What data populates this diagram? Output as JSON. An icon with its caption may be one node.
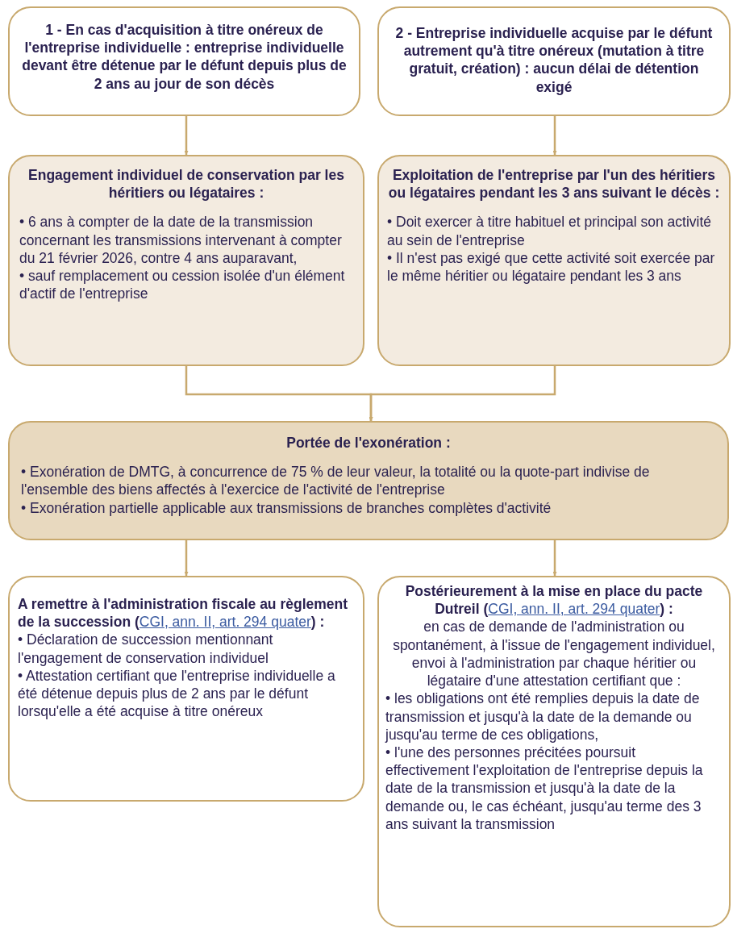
{
  "diagram": {
    "nodes": [
      {
        "text": [
          "1 - En cas d'acquisition à titre onéreux de l'entreprise individuelle : entreprise individuelle devant être détenue par le défunt depuis plus de 2 ans au jour de son décès"
        ]
      },
      {
        "text": [
          "2 - Entreprise individuelle acquise par le défunt autrement qu'à titre onéreux (mutation à titre gratuit, création) : aucun délai de détention exigé"
        ]
      },
      {
        "text": [
          "Engagement individuel de conservation par les héritiers ou légataires :",
          "• 6 ans à compter de la date de la transmission concernant les transmissions intervenant à compter du 21 février 2026, contre 4 ans auparavant,",
          "• sauf remplacement ou cession isolée d'un élément d'actif de l'entreprise"
        ]
      },
      {
        "text": [
          "Exploitation de l'entreprise par l'un des héritiers ou légataires pendant les 3 ans suivant le décès :",
          "• Doit exercer à titre habituel et principal son activité au sein de l'entreprise",
          "• Il n'est pas exigé que cette activité soit exercée par le même héritier ou légataire pendant les 3 ans"
        ]
      },
      {
        "text": [
          "Portée de l'exonération :",
          "• Exonération de DMTG, à concurrence de 75 % de leur valeur, la totalité ou la quote-part indivise de l'ensemble des biens affectés à l'exercice de l'activité de l'entreprise",
          "• Exonération partielle applicable aux transmissions de branches complètes d'activité"
        ]
      },
      {
        "text": [
          "A remettre à l'administration fiscale au règlement de la succession (",
          "CGI, ann. II, art. 294 quater",
          ") :",
          "• Déclaration de succession mentionnant l'engagement de conservation individuel",
          "• Attestation certifiant que l'entreprise individuelle a été détenue depuis plus de 2 ans par le défunt lorsqu'elle a été acquise à titre onéreux"
        ]
      },
      {
        "text": [
          "Postérieurement à la mise en place du pacte Dutreil (",
          "CGI, ann. II, art. 294 quater",
          ") :",
          "en cas de demande de l'administration ou spontanément, à l'issue de l'engagement individuel, envoi à l'administration par chaque héritier ou légataire d'une attestation certifiant que :",
          "• les obligations ont été remplies depuis la date de transmission et jusqu'à la date de la demande ou jusqu'au terme de ces obligations,",
          "• l'une des personnes précitées poursuit effectivement l'exploitation de l'entreprise depuis la date de la transmission et jusqu'à la date de la demande ou, le cas échéant, jusqu'au terme des 3 ans suivant la transmission"
        ]
      }
    ],
    "edges": [
      {
        "from": 0,
        "to": 2,
        "arrow": "to"
      },
      {
        "from": 1,
        "to": 3,
        "arrow": "to"
      },
      {
        "from": 2,
        "to": 4,
        "arrow": "to"
      },
      {
        "from": 3,
        "to": 4,
        "arrow": "to"
      },
      {
        "from": 4,
        "to": 5,
        "arrow": "to"
      },
      {
        "from": 4,
        "to": 6,
        "arrow": "to"
      }
    ]
  }
}
